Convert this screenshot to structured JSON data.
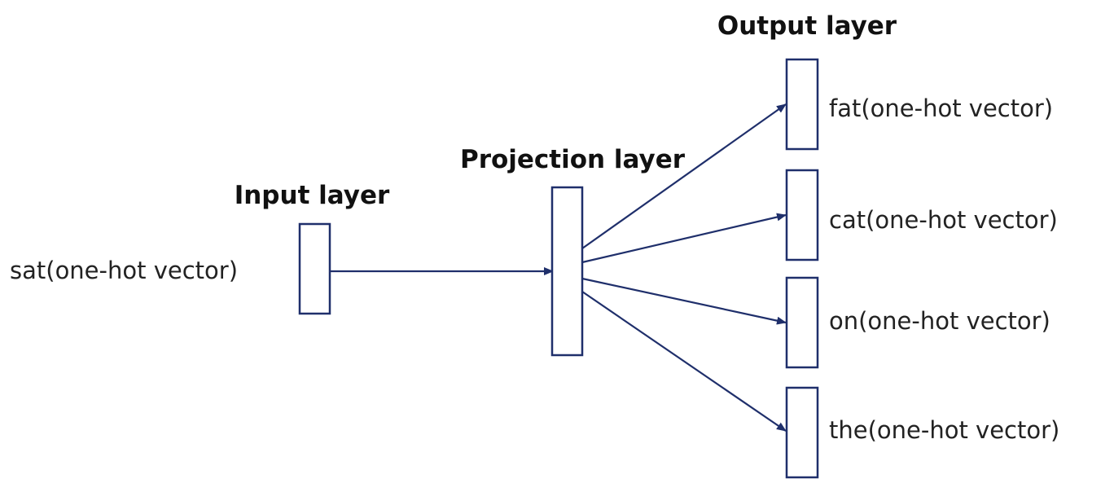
{
  "layers": {
    "input": {
      "title": "Input layer",
      "word": "sat(one-hot vector)"
    },
    "projection": {
      "title": "Projection layer"
    },
    "output": {
      "title": "Output layer",
      "words": [
        "fat(one-hot vector)",
        "cat(one-hot vector)",
        "on(one-hot vector)",
        "the(one-hot vector)"
      ]
    }
  },
  "colors": {
    "line": "#1f2f6b",
    "box": "#1f2f6b"
  }
}
